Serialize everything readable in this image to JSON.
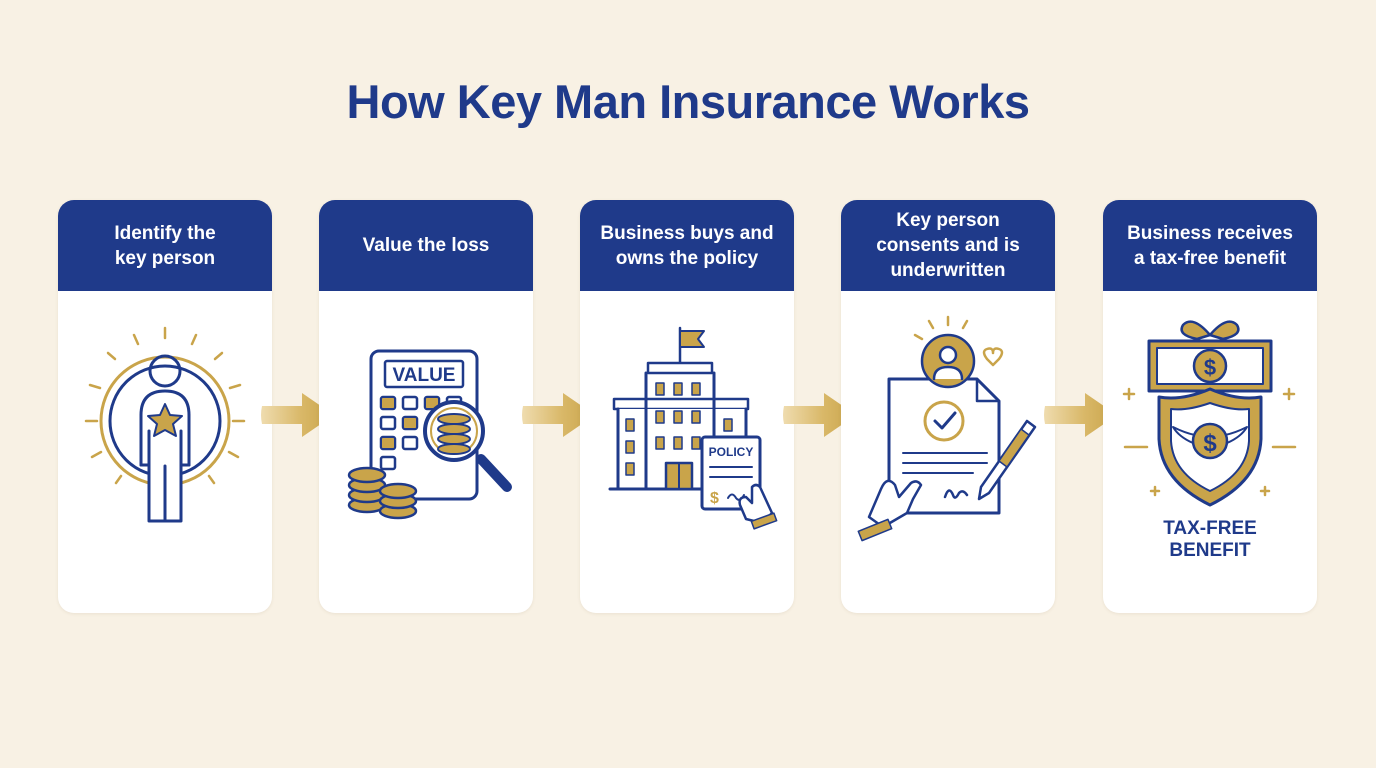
{
  "title": "How Key Man Insurance Works",
  "colors": {
    "navy": "#1f3a8a",
    "gold": "#c9a44a",
    "background": "#f8f1e4",
    "card": "#ffffff"
  },
  "steps": [
    {
      "label": "Identify the\nkey person",
      "icon": "person-star-icon"
    },
    {
      "label": "Value the loss",
      "icon": "calculator-magnifier-icon",
      "icon_text": "VALUE"
    },
    {
      "label": "Business buys and\nowns the policy",
      "icon": "building-policy-icon",
      "icon_text": "POLICY"
    },
    {
      "label": "Key person\nconsents and is\nunderwritten",
      "icon": "signed-document-icon"
    },
    {
      "label": "Business receives\na tax-free benefit",
      "icon": "shield-money-icon",
      "icon_text_1": "TAX-FREE",
      "icon_text_2": "BENEFIT"
    }
  ]
}
